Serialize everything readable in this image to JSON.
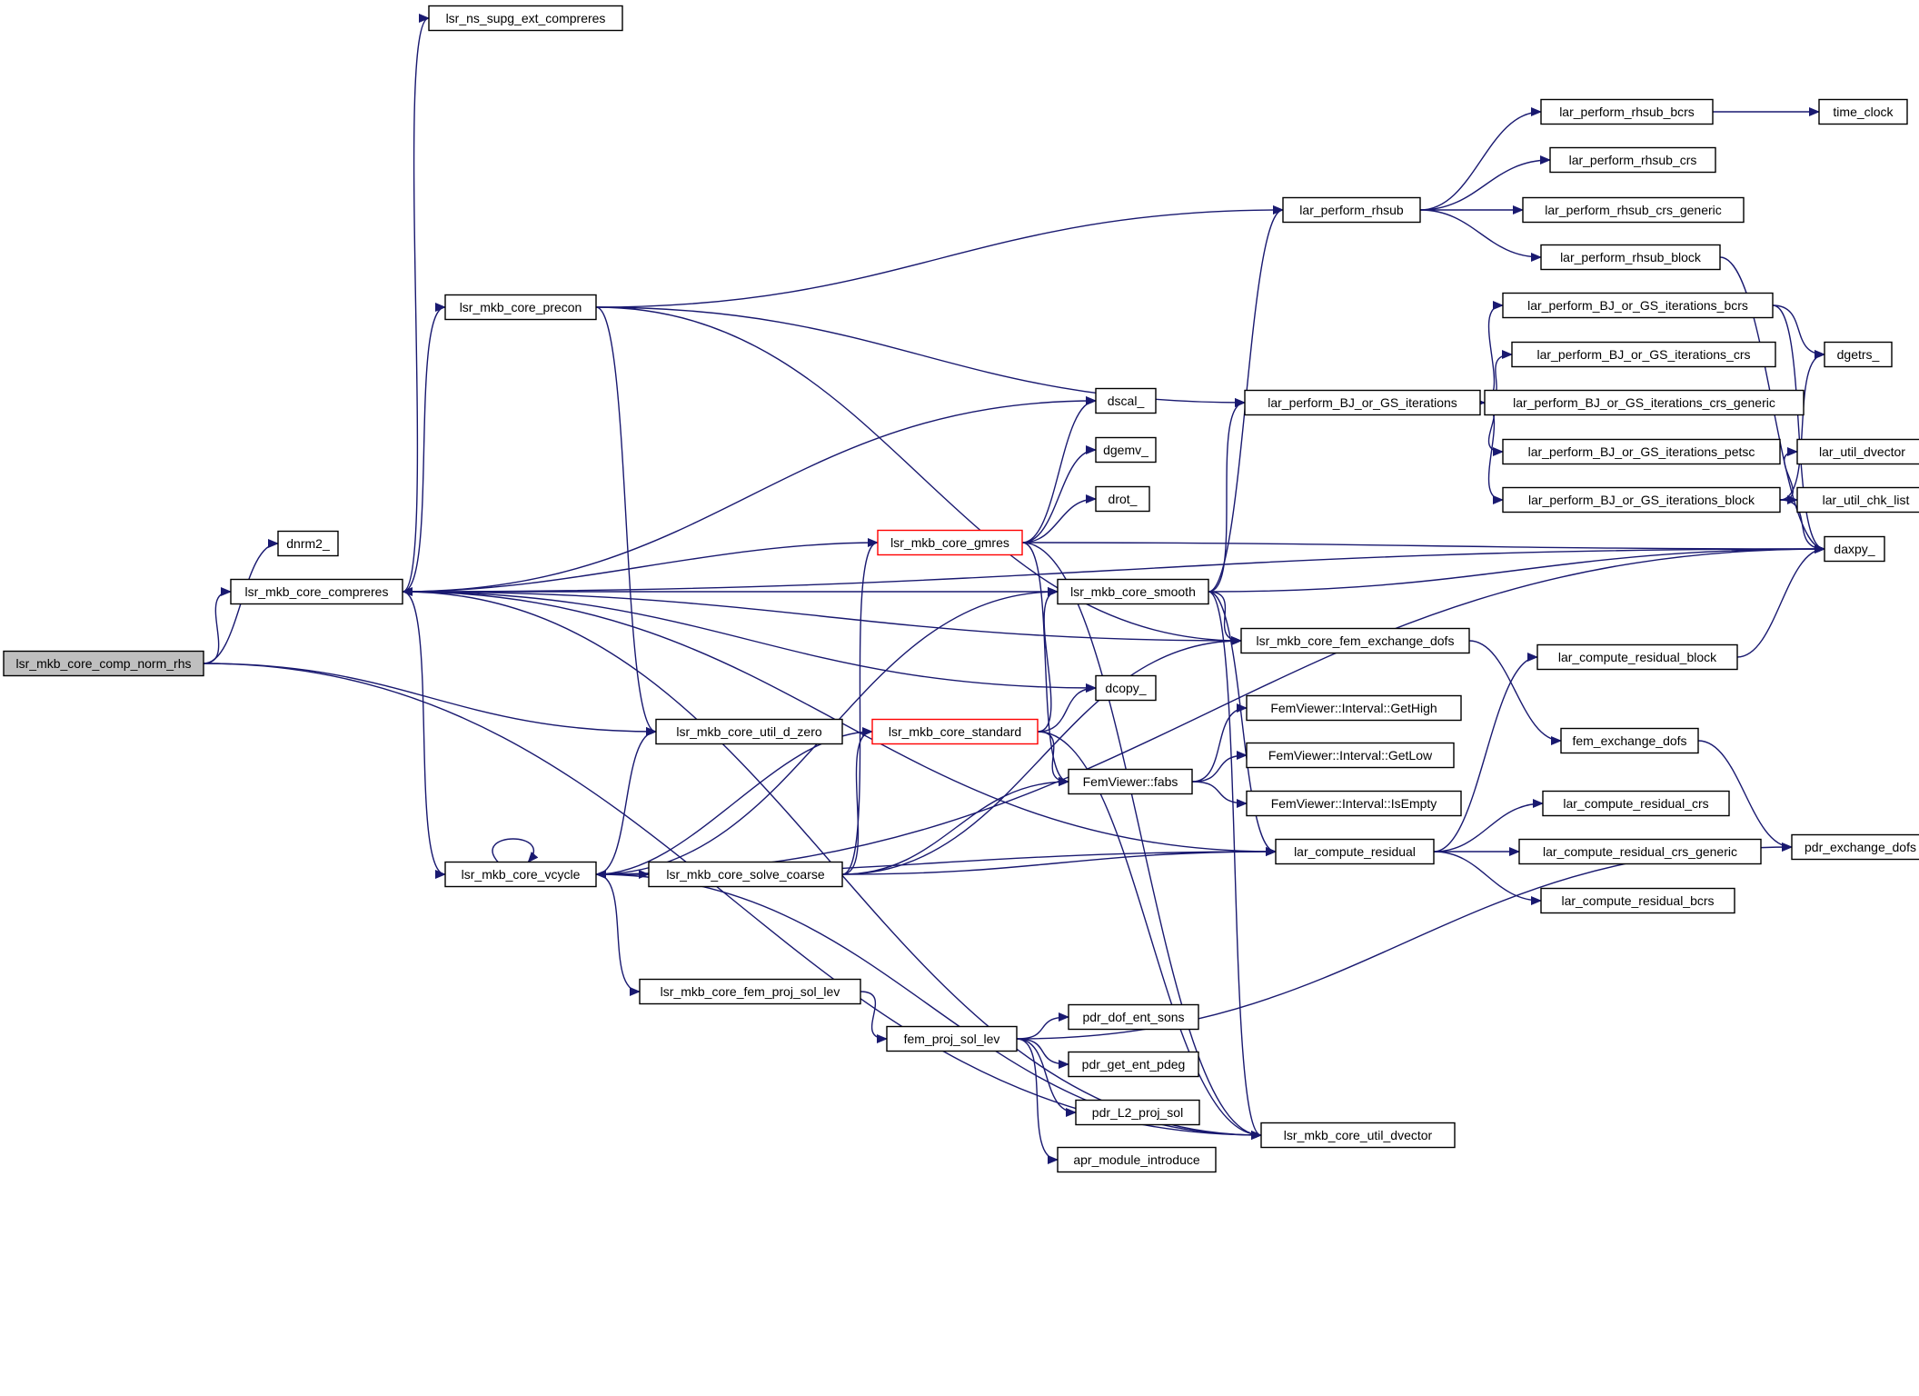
{
  "diagram": {
    "type": "call-graph",
    "colors": {
      "edge": "#191970",
      "node_border": "#000000",
      "highlight_border": "#ff0000",
      "root_fill": "#bfbfbf",
      "node_fill": "#ffffff"
    },
    "nodes": [
      {
        "id": "comp_norm_rhs",
        "label": "lsr_mkb_core_comp_norm_rhs",
        "style": "root"
      },
      {
        "id": "dnrm2",
        "label": "dnrm2_"
      },
      {
        "id": "compreres",
        "label": "lsr_mkb_core_compreres"
      },
      {
        "id": "ns_supg",
        "label": "lsr_ns_supg_ext_compreres"
      },
      {
        "id": "precon",
        "label": "lsr_mkb_core_precon"
      },
      {
        "id": "vcycle",
        "label": "lsr_mkb_core_vcycle"
      },
      {
        "id": "util_d_zero",
        "label": "lsr_mkb_core_util_d_zero"
      },
      {
        "id": "solve_coarse",
        "label": "lsr_mkb_core_solve_coarse"
      },
      {
        "id": "fem_proj_sol_lev_core",
        "label": "lsr_mkb_core_fem_proj_sol_lev"
      },
      {
        "id": "fem_proj_sol_lev",
        "label": "fem_proj_sol_lev"
      },
      {
        "id": "gmres",
        "label": "lsr_mkb_core_gmres",
        "style": "highlight"
      },
      {
        "id": "standard",
        "label": "lsr_mkb_core_standard",
        "style": "highlight"
      },
      {
        "id": "dscal",
        "label": "dscal_"
      },
      {
        "id": "dgemv",
        "label": "dgemv_"
      },
      {
        "id": "drot",
        "label": "drot_"
      },
      {
        "id": "dcopy",
        "label": "dcopy_"
      },
      {
        "id": "pdr_dof_ent_sons",
        "label": "pdr_dof_ent_sons"
      },
      {
        "id": "pdr_get_ent_pdeg",
        "label": "pdr_get_ent_pdeg"
      },
      {
        "id": "pdr_L2_proj_sol",
        "label": "pdr_L2_proj_sol"
      },
      {
        "id": "apr_module_introduce",
        "label": "apr_module_introduce"
      },
      {
        "id": "smooth",
        "label": "lsr_mkb_core_smooth"
      },
      {
        "id": "fabs",
        "label": "FemViewer::fabs"
      },
      {
        "id": "rhsub",
        "label": "lar_perform_rhsub"
      },
      {
        "id": "bj_gs",
        "label": "lar_perform_BJ_or_GS_iterations"
      },
      {
        "id": "fem_exchange_dofs_core",
        "label": "lsr_mkb_core_fem_exchange_dofs"
      },
      {
        "id": "get_high",
        "label": "FemViewer::Interval::GetHigh"
      },
      {
        "id": "get_low",
        "label": "FemViewer::Interval::GetLow"
      },
      {
        "id": "is_empty",
        "label": "FemViewer::Interval::IsEmpty"
      },
      {
        "id": "compute_residual",
        "label": "lar_compute_residual"
      },
      {
        "id": "util_dvector_core",
        "label": "lsr_mkb_core_util_dvector"
      },
      {
        "id": "rhsub_bcrs",
        "label": "lar_perform_rhsub_bcrs"
      },
      {
        "id": "rhsub_crs",
        "label": "lar_perform_rhsub_crs"
      },
      {
        "id": "rhsub_crs_generic",
        "label": "lar_perform_rhsub_crs_generic"
      },
      {
        "id": "rhsub_block",
        "label": "lar_perform_rhsub_block"
      },
      {
        "id": "bj_gs_bcrs",
        "label": "lar_perform_BJ_or_GS_iterations_bcrs"
      },
      {
        "id": "bj_gs_crs",
        "label": "lar_perform_BJ_or_GS_iterations_crs"
      },
      {
        "id": "bj_gs_crs_generic",
        "label": "lar_perform_BJ_or_GS_iterations_crs_generic"
      },
      {
        "id": "bj_gs_petsc",
        "label": "lar_perform_BJ_or_GS_iterations_petsc"
      },
      {
        "id": "bj_gs_block",
        "label": "lar_perform_BJ_or_GS_iterations_block"
      },
      {
        "id": "compute_residual_block",
        "label": "lar_compute_residual_block"
      },
      {
        "id": "fem_exchange_dofs",
        "label": "fem_exchange_dofs"
      },
      {
        "id": "compute_residual_crs",
        "label": "lar_compute_residual_crs"
      },
      {
        "id": "compute_residual_crs_generic",
        "label": "lar_compute_residual_crs_generic"
      },
      {
        "id": "compute_residual_bcrs",
        "label": "lar_compute_residual_bcrs"
      },
      {
        "id": "time_clock",
        "label": "time_clock"
      },
      {
        "id": "dgetrs",
        "label": "dgetrs_"
      },
      {
        "id": "lar_util_dvector",
        "label": "lar_util_dvector"
      },
      {
        "id": "lar_util_chk_list",
        "label": "lar_util_chk_list"
      },
      {
        "id": "daxpy",
        "label": "daxpy_"
      },
      {
        "id": "pdr_exchange_dofs",
        "label": "pdr_exchange_dofs"
      }
    ],
    "edges": [
      [
        "comp_norm_rhs",
        "dnrm2"
      ],
      [
        "comp_norm_rhs",
        "compreres"
      ],
      [
        "comp_norm_rhs",
        "util_d_zero"
      ],
      [
        "comp_norm_rhs",
        "util_dvector_core"
      ],
      [
        "compreres",
        "ns_supg"
      ],
      [
        "compreres",
        "daxpy"
      ],
      [
        "compreres",
        "precon"
      ],
      [
        "compreres",
        "fem_exchange_dofs_core"
      ],
      [
        "compreres",
        "dscal"
      ],
      [
        "compreres",
        "smooth"
      ],
      [
        "compreres",
        "dcopy"
      ],
      [
        "compreres",
        "compute_residual"
      ],
      [
        "compreres",
        "vcycle"
      ],
      [
        "compreres",
        "util_dvector_core"
      ],
      [
        "precon",
        "rhsub"
      ],
      [
        "precon",
        "bj_gs"
      ],
      [
        "precon",
        "fem_exchange_dofs_core"
      ],
      [
        "precon",
        "util_d_zero"
      ],
      [
        "gmres",
        "compreres"
      ],
      [
        "gmres",
        "dscal"
      ],
      [
        "gmres",
        "dgemv"
      ],
      [
        "gmres",
        "drot"
      ],
      [
        "gmres",
        "daxpy"
      ],
      [
        "gmres",
        "fabs"
      ],
      [
        "gmres",
        "util_dvector_core"
      ],
      [
        "standard",
        "smooth"
      ],
      [
        "standard",
        "dcopy"
      ],
      [
        "standard",
        "fabs"
      ],
      [
        "standard",
        "vcycle"
      ],
      [
        "standard",
        "util_dvector_core"
      ],
      [
        "vcycle",
        "vcycle"
      ],
      [
        "vcycle",
        "util_d_zero"
      ],
      [
        "vcycle",
        "smooth"
      ],
      [
        "vcycle",
        "solve_coarse"
      ],
      [
        "vcycle",
        "fem_proj_sol_lev_core"
      ],
      [
        "vcycle",
        "compute_residual"
      ],
      [
        "vcycle",
        "util_dvector_core"
      ],
      [
        "vcycle",
        "daxpy"
      ],
      [
        "solve_coarse",
        "gmres"
      ],
      [
        "solve_coarse",
        "standard"
      ],
      [
        "solve_coarse",
        "fem_exchange_dofs_core"
      ],
      [
        "solve_coarse",
        "fabs"
      ],
      [
        "solve_coarse",
        "compute_residual"
      ],
      [
        "fem_proj_sol_lev_core",
        "fem_proj_sol_lev"
      ],
      [
        "fem_proj_sol_lev",
        "pdr_exchange_dofs"
      ],
      [
        "fem_proj_sol_lev",
        "pdr_dof_ent_sons"
      ],
      [
        "fem_proj_sol_lev",
        "pdr_get_ent_pdeg"
      ],
      [
        "fem_proj_sol_lev",
        "pdr_L2_proj_sol"
      ],
      [
        "fem_proj_sol_lev",
        "apr_module_introduce"
      ],
      [
        "smooth",
        "rhsub"
      ],
      [
        "smooth",
        "bj_gs"
      ],
      [
        "smooth",
        "daxpy"
      ],
      [
        "smooth",
        "fem_exchange_dofs_core"
      ],
      [
        "smooth",
        "compute_residual"
      ],
      [
        "smooth",
        "util_dvector_core"
      ],
      [
        "fabs",
        "get_high"
      ],
      [
        "fabs",
        "get_low"
      ],
      [
        "fabs",
        "is_empty"
      ],
      [
        "rhsub",
        "rhsub_bcrs"
      ],
      [
        "rhsub",
        "rhsub_crs"
      ],
      [
        "rhsub",
        "rhsub_crs_generic"
      ],
      [
        "rhsub",
        "rhsub_block"
      ],
      [
        "rhsub_bcrs",
        "time_clock"
      ],
      [
        "rhsub_block",
        "daxpy"
      ],
      [
        "bj_gs",
        "bj_gs_bcrs"
      ],
      [
        "bj_gs",
        "bj_gs_crs"
      ],
      [
        "bj_gs",
        "bj_gs_crs_generic"
      ],
      [
        "bj_gs",
        "bj_gs_petsc"
      ],
      [
        "bj_gs",
        "bj_gs_block"
      ],
      [
        "bj_gs_bcrs",
        "dgetrs"
      ],
      [
        "bj_gs_bcrs",
        "daxpy"
      ],
      [
        "bj_gs_block",
        "dgetrs"
      ],
      [
        "bj_gs_block",
        "lar_util_dvector"
      ],
      [
        "bj_gs_block",
        "lar_util_chk_list"
      ],
      [
        "bj_gs_block",
        "daxpy"
      ],
      [
        "fem_exchange_dofs_core",
        "fem_exchange_dofs"
      ],
      [
        "fem_exchange_dofs",
        "pdr_exchange_dofs"
      ],
      [
        "compute_residual",
        "compute_residual_block"
      ],
      [
        "compute_residual",
        "compute_residual_crs"
      ],
      [
        "compute_residual",
        "compute_residual_crs_generic"
      ],
      [
        "compute_residual",
        "compute_residual_bcrs"
      ],
      [
        "compute_residual_block",
        "daxpy"
      ]
    ]
  }
}
